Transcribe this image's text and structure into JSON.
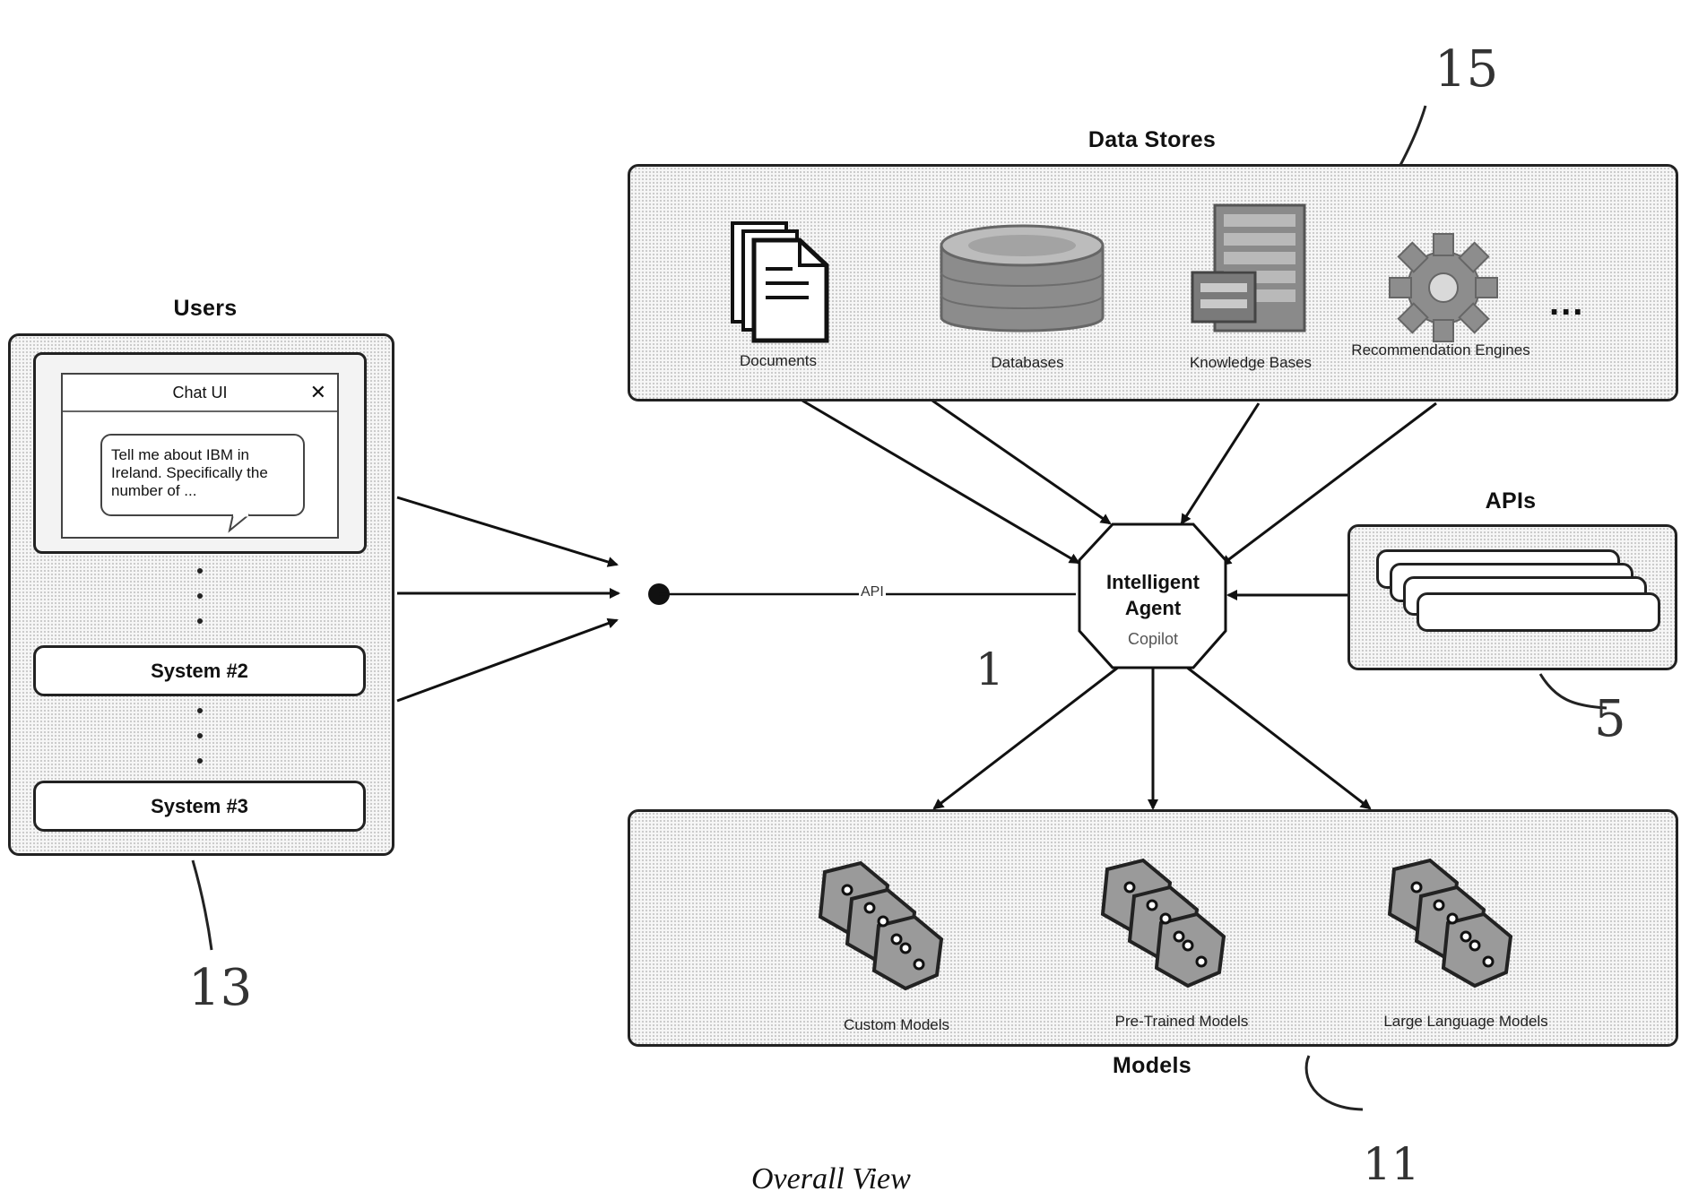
{
  "users": {
    "title": "Users",
    "chat_title": "Chat UI",
    "chat_close": "✕",
    "chat_message": "Tell me about IBM in Ireland. Specifically the number of ...",
    "system2_label": "System #2",
    "system3_label": "System #3"
  },
  "data_stores": {
    "title": "Data Stores",
    "items": [
      {
        "label": "Documents",
        "icon": "documents-icon"
      },
      {
        "label": "Databases",
        "icon": "database-icon"
      },
      {
        "label": "Knowledge Bases",
        "icon": "knowledge-base-icon"
      },
      {
        "label": "Recommendation Engines",
        "icon": "gear-icon"
      }
    ],
    "more": "..."
  },
  "agent": {
    "title_line1": "Intelligent",
    "title_line2": "Agent",
    "subtitle": "Copilot",
    "api_label": "API"
  },
  "apis": {
    "title": "APIs"
  },
  "models": {
    "title": "Models",
    "items": [
      {
        "label": "Custom Models",
        "icon": "brain-circuit-icon"
      },
      {
        "label": "Pre-Trained Models",
        "icon": "brain-circuit-icon"
      },
      {
        "label": "Large Language Models",
        "icon": "brain-circuit-icon"
      }
    ]
  },
  "reference_numerals": {
    "data_stores": "15",
    "users": "13",
    "apis": "5",
    "agent": "1",
    "models": "11"
  },
  "caption": "Overall View"
}
